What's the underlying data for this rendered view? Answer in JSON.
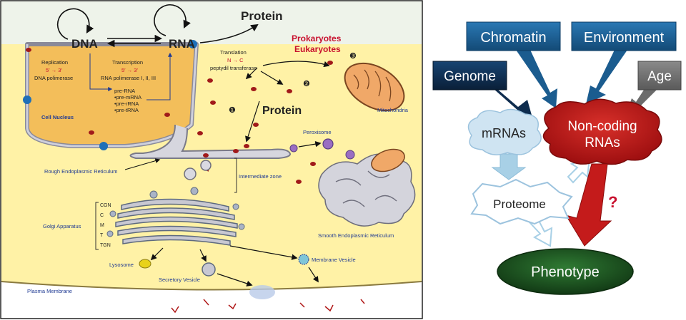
{
  "cell_diagram": {
    "dna": "DNA",
    "rna": "RNA",
    "protein_top": "Protein",
    "protein_mid": "Protein",
    "prokaryotes": "Prokaryotes",
    "eukaryotes": "Eukaryotes",
    "replication": {
      "title": "Replication",
      "direction": "5′ → 3′",
      "enzyme": "DNA polimerase"
    },
    "transcription": {
      "title": "Transcription",
      "direction": "5′ → 3′",
      "enzyme": "RNA polimerase I, II, III"
    },
    "translation": {
      "title": "Translation",
      "direction": "N → C",
      "enzyme": "peptydil transferase"
    },
    "pre_rna": [
      "pre-RNA",
      "•pre-mRNA",
      "•pre-rRNA",
      "•pre-tRNA"
    ],
    "cell_nucleus": "Cell Nucleus",
    "mitochondria": "Mitochondria",
    "peroxisome": "Peroxisome",
    "rough_er": "Rough Endoplasmic  Reticulum",
    "intermediate_zone": "Intermediate zone",
    "golgi": "Golgi Apparatus",
    "golgi_levels": [
      "CGN",
      "C",
      "M",
      "T",
      "TGN"
    ],
    "smooth_er": "Smooth Endoplasmic  Reticulum",
    "lysosome": "Lysosome",
    "secretory_vesicle": "Secretory Vesicle",
    "membrane_vesicle": "Membrane Vesicle",
    "plasma_membrane": "Plasma Membrane",
    "markers": [
      "❶",
      "❷",
      "❸"
    ]
  },
  "flow_diagram": {
    "chromatin": "Chromatin",
    "environment": "Environment",
    "genome": "Genome",
    "age": "Age",
    "mrnas": "mRNAs",
    "noncoding_line1": "Non-coding",
    "noncoding_line2": "RNAs",
    "proteome": "Proteome",
    "phenotype": "Phenotype",
    "question": "?"
  },
  "colors": {
    "box_blue": "#1b5c8f",
    "box_navy": "#0e2c4e",
    "box_gray": "#6b6b6b",
    "ncrna_red": "#c41b1b",
    "phenotype_green": "#1e5a22",
    "mrna_lightblue": "#cfe4f2",
    "nucleus_orange": "#f3be5a",
    "cytoplasm_yellow": "#fff2a6"
  }
}
